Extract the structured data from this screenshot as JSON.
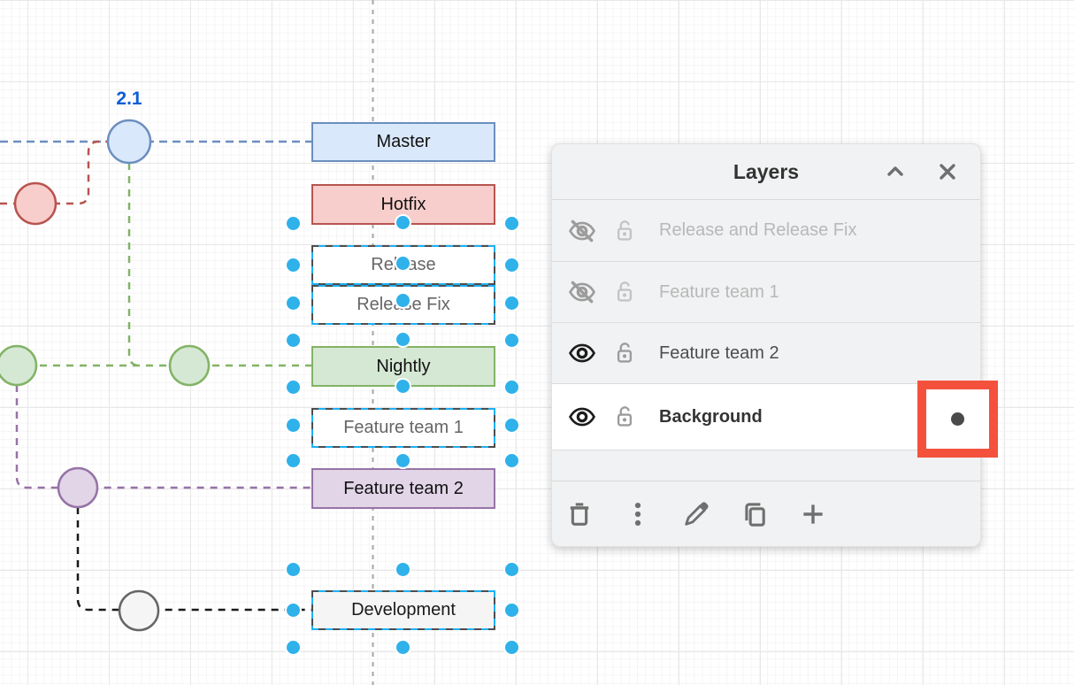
{
  "canvas": {
    "version_label": "2.1",
    "branch_boxes": [
      {
        "label": "Master",
        "fill": "#dae8fc",
        "stroke": "#6c8ebf",
        "state": "normal"
      },
      {
        "label": "Hotfix",
        "fill": "#f8cecc",
        "stroke": "#b85450",
        "state": "normal"
      },
      {
        "label": "Release",
        "fill": "#ffffff",
        "stroke": "dashed-selection",
        "state": "selected"
      },
      {
        "label": "Release Fix",
        "fill": "#ffffff",
        "stroke": "dashed-selection",
        "state": "selected"
      },
      {
        "label": "Nightly",
        "fill": "#d5e8d4",
        "stroke": "#82b366",
        "state": "normal"
      },
      {
        "label": "Feature team 1",
        "fill": "#ffffff",
        "stroke": "dashed-selection",
        "state": "selected"
      },
      {
        "label": "Feature team 2",
        "fill": "#e1d5e7",
        "stroke": "#9673a6",
        "state": "normal"
      },
      {
        "label": "Development",
        "fill": "#f5f5f5",
        "stroke": "dashed-selection",
        "state": "selected"
      }
    ],
    "commit_nodes": [
      {
        "branch": "master",
        "fill": "#dae8fc",
        "stroke": "#6c8ebf",
        "label": "2.1"
      },
      {
        "branch": "hotfix",
        "fill": "#f8cecc",
        "stroke": "#b85450"
      },
      {
        "branch": "nightly",
        "fill": "#d5e8d4",
        "stroke": "#82b366"
      },
      {
        "branch": "nightly",
        "fill": "#d5e8d4",
        "stroke": "#82b366"
      },
      {
        "branch": "feature-team-2",
        "fill": "#e1d5e7",
        "stroke": "#9673a6"
      },
      {
        "branch": "development",
        "fill": "#f5f5f5",
        "stroke": "#666666"
      }
    ],
    "selection_handle_color": "#2fb1ea",
    "page_guide_color": "#a6a6a6"
  },
  "layers_panel": {
    "title": "Layers",
    "header_icons": [
      "chevron-up-icon",
      "close-icon"
    ],
    "rows": [
      {
        "name": "Release and Release Fix",
        "visible": false,
        "locked": false
      },
      {
        "name": "Feature team 1",
        "visible": false,
        "locked": false
      },
      {
        "name": "Feature team 2",
        "visible": true,
        "locked": false
      },
      {
        "name": "Background",
        "visible": true,
        "locked": false,
        "selected": true,
        "active_indicator": true
      }
    ],
    "toolbar_icons": [
      "trash-icon",
      "kebab-menu-icon",
      "edit-pencil-icon",
      "duplicate-icon",
      "add-plus-icon"
    ]
  },
  "annotation": {
    "shape": "highlight-rectangle",
    "color": "#f4513c",
    "target": "active-layer-indicator-dot"
  }
}
